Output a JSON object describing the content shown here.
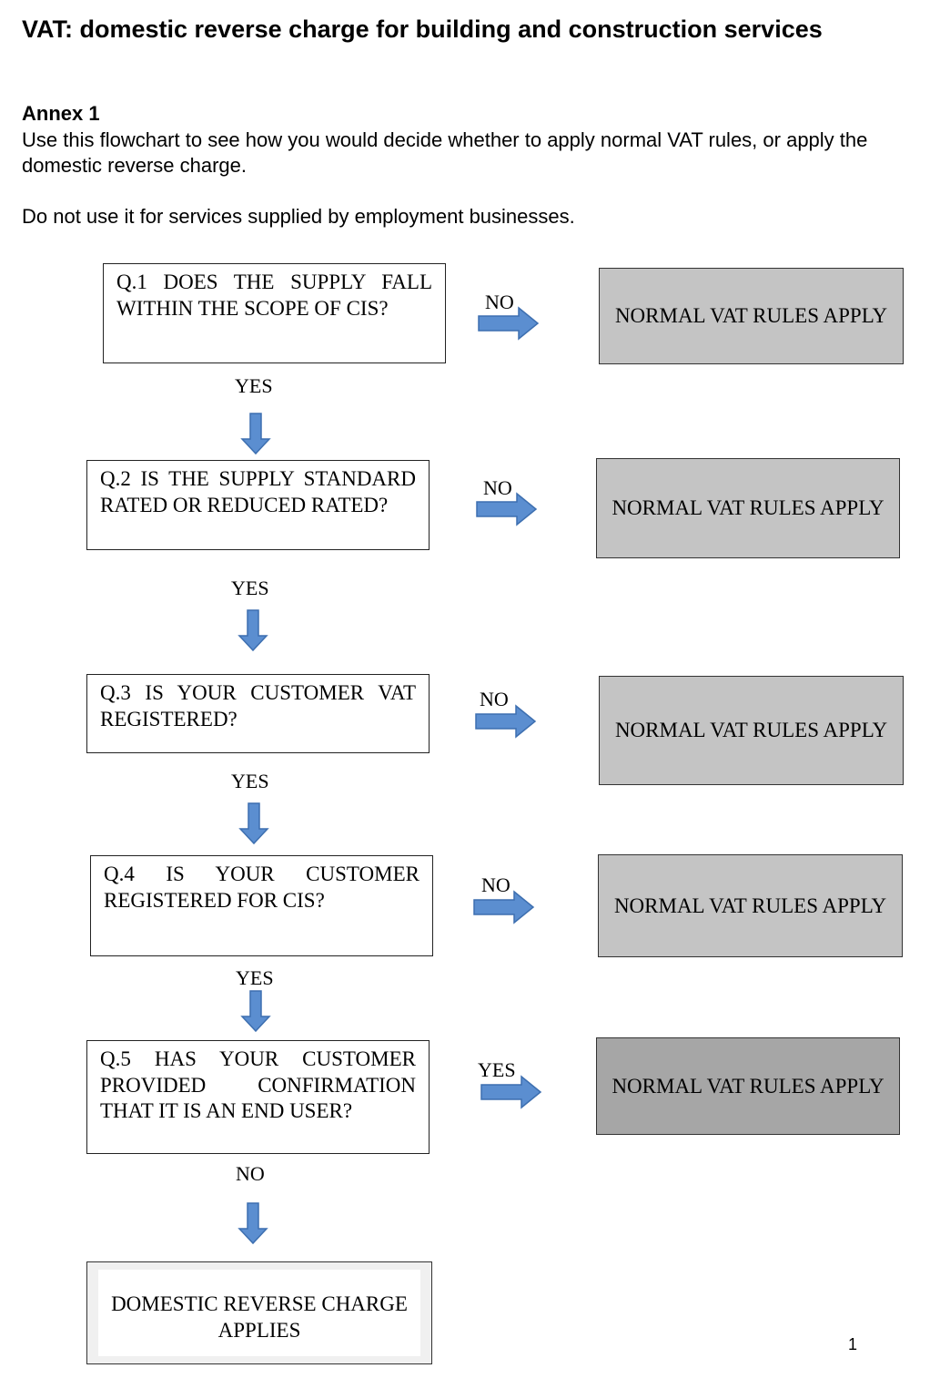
{
  "document": {
    "title": "VAT: domestic reverse charge for building and construction services",
    "annex_heading": "Annex 1",
    "intro": "Use this flowchart to see how you would decide whether to apply normal VAT rules, or apply the domestic reverse charge.",
    "warning": "Do not use it for services supplied by employment businesses.",
    "page_number": "1"
  },
  "flowchart": {
    "questions": [
      "Q.1 DOES THE SUPPLY FALL WITHIN THE SCOPE OF CIS?",
      "Q.2 IS THE SUPPLY STANDARD RATED OR REDUCED RATED?",
      "Q.3 IS YOUR CUSTOMER VAT REGISTERED?",
      "Q.4 IS YOUR CUSTOMER REGISTERED FOR CIS?",
      "Q.5 HAS YOUR CUSTOMER PROVIDED CONFIRMATION THAT IT IS AN END USER?"
    ],
    "side_labels": [
      "NO",
      "NO",
      "NO",
      "NO",
      "YES"
    ],
    "down_labels": [
      "YES",
      "YES",
      "YES",
      "YES",
      "NO"
    ],
    "outcome_normal": "NORMAL VAT RULES APPLY",
    "outcome_final": "DOMESTIC REVERSE CHARGE APPLIES",
    "colors": {
      "arrow_fill": "#5b8ed0",
      "arrow_stroke": "#3d6fb0",
      "outcome_fill": "#c4c4c4",
      "outcome_fill_dark": "#a6a6a6"
    }
  }
}
